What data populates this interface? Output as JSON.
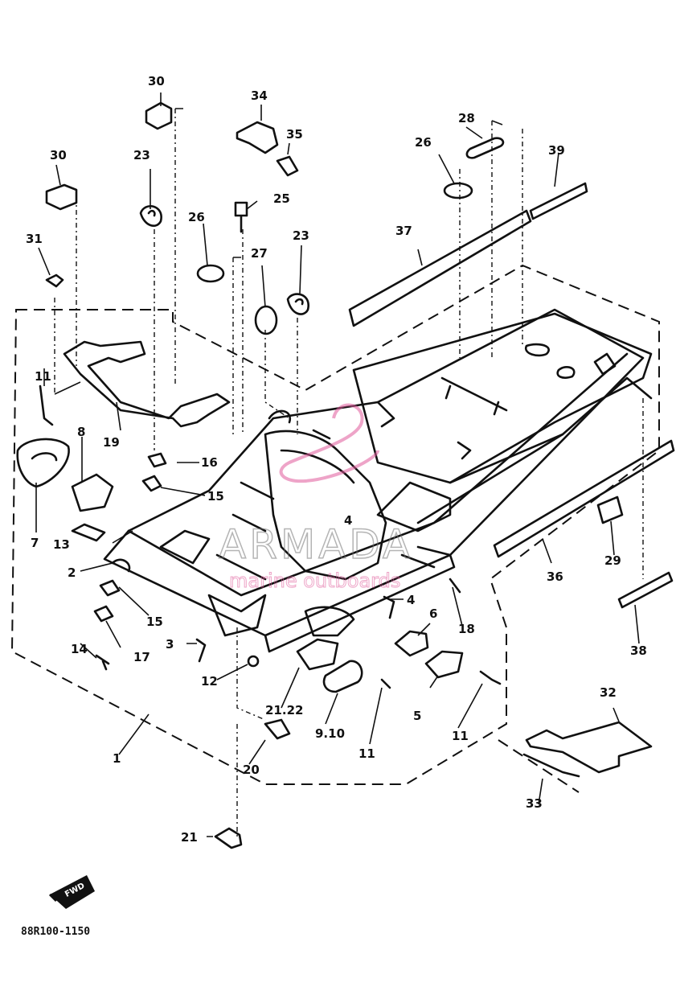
{
  "watermark": {
    "title": "ARMADA",
    "subtitle": "marine outboards",
    "color": "#e05a9a"
  },
  "figure_code": "88R100-1150",
  "badge_text": "FWD",
  "callouts": {
    "c1": "1",
    "c2": "2",
    "c3": "3",
    "c4a": "4",
    "c4b": "4",
    "c5": "5",
    "c6": "6",
    "c7": "7",
    "c8": "8",
    "c9": "9.10",
    "c11a": "11",
    "c11b": "11",
    "c11c": "11",
    "c12": "12",
    "c13": "13",
    "c14": "14",
    "c15a": "15",
    "c15b": "15",
    "c16": "16",
    "c17": "17",
    "c18": "18",
    "c19": "19",
    "c20": "20",
    "c21": "21",
    "c2122": "21.22",
    "c23a": "23",
    "c23b": "23",
    "c25": "25",
    "c26a": "26",
    "c26b": "26",
    "c27": "27",
    "c28": "28",
    "c29": "29",
    "c30a": "30",
    "c30b": "30",
    "c31": "31",
    "c32": "32",
    "c33": "33",
    "c34": "34",
    "c35": "35",
    "c36": "36",
    "c37": "37",
    "c38": "38",
    "c39": "39"
  }
}
